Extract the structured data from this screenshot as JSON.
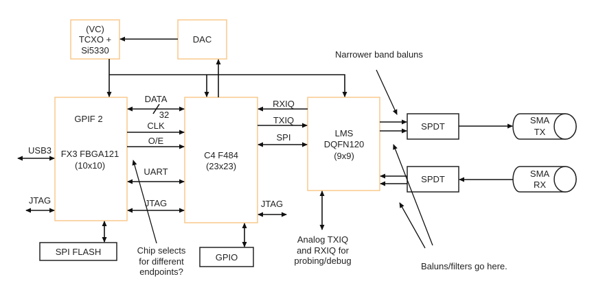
{
  "diagram": {
    "blocks": {
      "tcxo": {
        "lines": [
          "(VC)",
          "TCXO +",
          "Si5330"
        ]
      },
      "dac": {
        "label": "DAC"
      },
      "fx3": {
        "title": "GPIF 2",
        "lines": [
          "FX3 FBGA121",
          "(10x10)"
        ]
      },
      "c4": {
        "lines": [
          "C4 F484",
          "(23x23)"
        ]
      },
      "lms": {
        "lines": [
          "LMS",
          "DQFN120",
          "(9x9)"
        ]
      },
      "spi_flash": {
        "label": "SPI FLASH"
      },
      "gpio": {
        "label": "GPIO"
      },
      "spdt_tx": {
        "label": "SPDT"
      },
      "spdt_rx": {
        "label": "SPDT"
      },
      "sma_tx": {
        "lines": [
          "SMA",
          "TX"
        ]
      },
      "sma_rx": {
        "lines": [
          "SMA",
          "RX"
        ]
      }
    },
    "signals": {
      "data": "DATA",
      "bus_width": "32",
      "clk": "CLK",
      "oe": "O/E",
      "uart": "UART",
      "jtag_fx3_c4": "JTAG",
      "usb3": "USB3",
      "jtag_fx3": "JTAG",
      "jtag_c4": "JTAG",
      "rxiq": "RXIQ",
      "txiq": "TXIQ",
      "spi": "SPI"
    },
    "annotations": {
      "chip_selects": [
        "Chip selects",
        "for different",
        "endpoints?"
      ],
      "analog": [
        "Analog TXIQ",
        "and RXIQ for",
        "probing/debug"
      ],
      "narrow_baluns": "Narrower band baluns",
      "baluns_filters": "Baluns/filters go here."
    },
    "colors": {
      "block_border": "#f9c98c",
      "line": "#111111"
    }
  }
}
